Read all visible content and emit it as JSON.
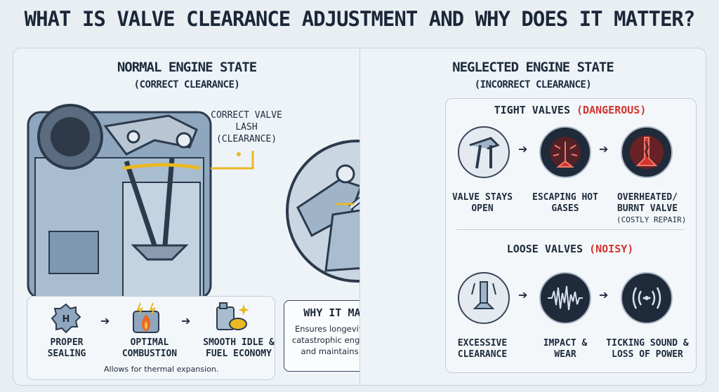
{
  "title": "WHAT IS VALVE CLEARANCE ADJUSTMENT AND WHY DOES IT MATTER?",
  "left": {
    "heading": "NORMAL ENGINE STATE",
    "subheading": "(CORRECT CLEARANCE)",
    "callout": "CORRECT VALVE LASH (CLEARANCE)",
    "steps": [
      {
        "label": "PROPER SEALING",
        "icon": "honda-badge-icon"
      },
      {
        "label": "OPTIMAL COMBUSTION",
        "icon": "flame-icon"
      },
      {
        "label": "SMOOTH IDLE & FUEL ECONOMY",
        "icon": "fuel-can-icon"
      }
    ],
    "note": "Allows for thermal expansion."
  },
  "why": {
    "title": "WHY IT MATTERS:",
    "text": "Ensures longevity, prevents catastrophic engine damage, and maintains efficiency."
  },
  "right": {
    "heading": "NEGLECTED ENGINE STATE",
    "subheading": "(INCORRECT CLEARANCE)",
    "tight": {
      "title": "TIGHT VALVES",
      "tag": "(DANGEROUS)",
      "steps": [
        {
          "label": "VALVE STAYS OPEN"
        },
        {
          "label": "ESCAPING HOT GASES"
        },
        {
          "label": "OVERHEATED/ BURNT VALVE"
        }
      ],
      "extra": "(COSTLY REPAIR)"
    },
    "loose": {
      "title": "LOOSE VALVES",
      "tag": "(NOISY)",
      "steps": [
        {
          "label": "EXCESSIVE CLEARANCE"
        },
        {
          "label": "IMPACT & WEAR"
        },
        {
          "label": "TICKING SOUND & LOSS OF POWER"
        }
      ]
    }
  },
  "colors": {
    "accent_red": "#d3342e",
    "lash_yellow": "#e8b923",
    "steel_blue": "#9fb4c9",
    "dark_circle": "#1f2a3b"
  }
}
